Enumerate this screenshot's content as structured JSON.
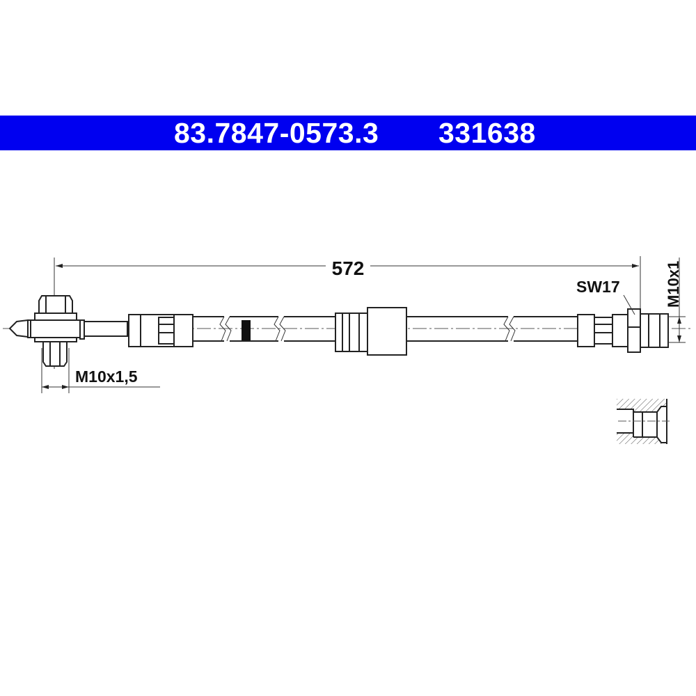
{
  "header": {
    "part_number": "83.7847-0573.3",
    "article_number": "331638",
    "band_color": "#0000f0"
  },
  "diagram": {
    "length_label": "572",
    "left_thread_label": "M10x1,5",
    "wrench_size_label": "SW17",
    "right_thread_label": "M10x1"
  }
}
